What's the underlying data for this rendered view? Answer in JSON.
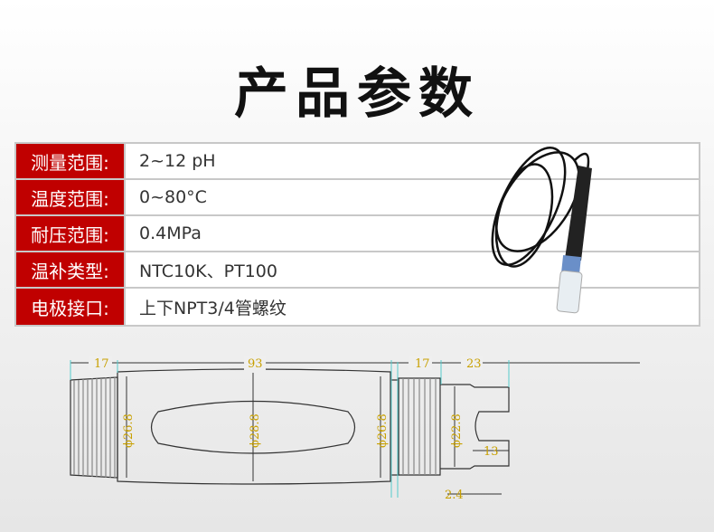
{
  "title": "产品参数",
  "specs": [
    {
      "label": "测量范围:",
      "value": "2~12 pH"
    },
    {
      "label": "温度范围:",
      "value": "0~80°C"
    },
    {
      "label": "耐压范围:",
      "value": "0.4MPa"
    },
    {
      "label": "温补类型:",
      "value": "NTC10K、PT100"
    },
    {
      "label": "电极接口:",
      "value": "上下NPT3/4管螺纹"
    }
  ],
  "drawing": {
    "d1": "17",
    "d2": "93",
    "d3": "17",
    "d4": "23",
    "dia1": "ϕ26.8",
    "dia2": "ϕ28.8",
    "dia3": "ϕ26.8",
    "dia4": "ϕ22.8",
    "d5": "13",
    "d6": "2.4"
  }
}
